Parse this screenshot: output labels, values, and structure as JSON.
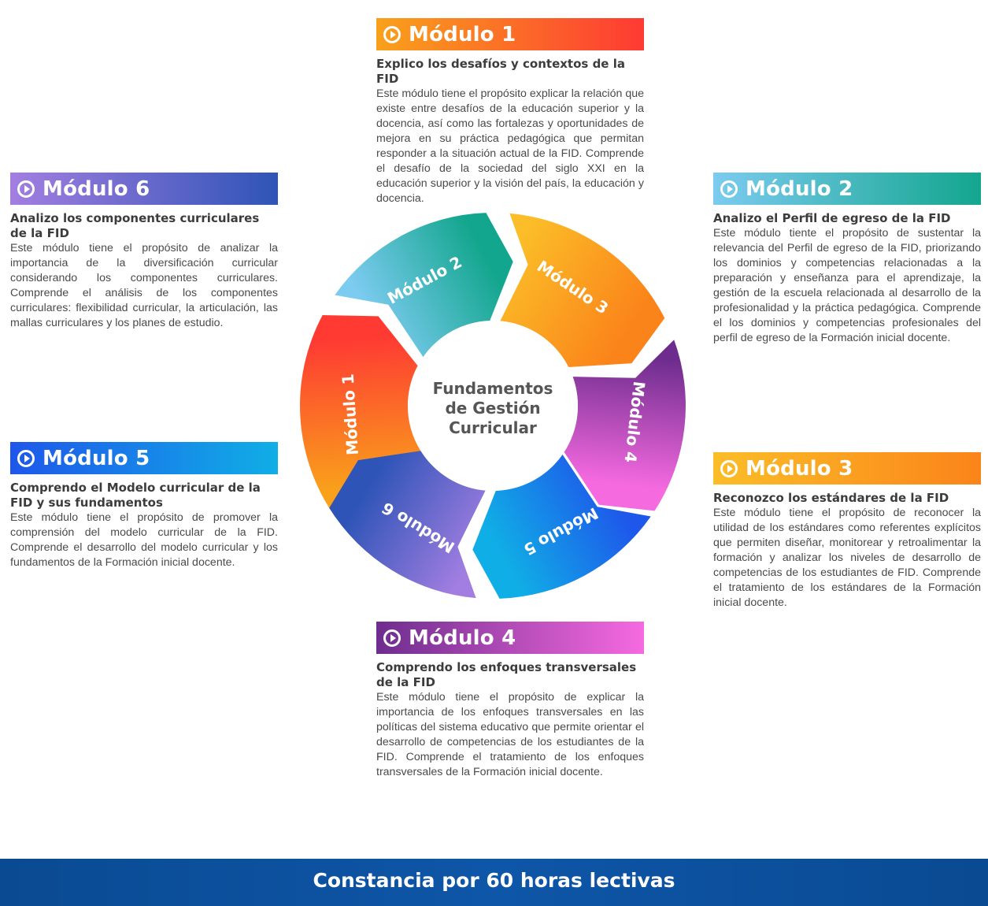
{
  "center": {
    "line1": "Fundamentos",
    "line2": "de Gestión",
    "line3": "Curricular"
  },
  "modules": [
    {
      "title": "Módulo 1",
      "subtitle": "Explico los desafíos y contextos de la FID",
      "description": "Este módulo tiene el propósito explicar la relación que existe entre desafíos de la educación superior y la docencia, así como las fortalezas y oportunidades de mejora en su práctica pedagógica que permitan responder a la situación actual de la FID. Comprende el desafío de la sociedad del siglo XXI en la educación superior y la visión del país, la educación y docencia.",
      "colors": [
        "#f9a11b",
        "#fe3a33"
      ]
    },
    {
      "title": "Módulo 2",
      "subtitle": "Analizo el Perfil de egreso de la FID",
      "description": "Este módulo tiente el propósito de sustentar la relevancia del Perfil de egreso de la FID, priorizando los dominios y competencias relacionadas a la preparación y enseñanza para el aprendizaje, la gestión de la escuela relacionada al desarrollo de la profesionalidad y la práctica pedagógica. Comprende el los dominios y competencias profesionales del perfil de egreso de la Formación inicial docente.",
      "colors": [
        "#7ccbf0",
        "#13a68e"
      ]
    },
    {
      "title": "Módulo 3",
      "subtitle": "Reconozco los estándares de la FID",
      "description": "Este módulo tiene el propósito de reconocer la utilidad de los estándares como referentes explícitos que permiten diseñar, monitorear y retroalimentar la formación y analizar los niveles de desarrollo de competencias de los estudiantes de FID. Comprende el tratamiento de los estándares de la Formación inicial docente.",
      "colors": [
        "#fbbd28",
        "#fb841a"
      ]
    },
    {
      "title": "Módulo 4",
      "subtitle": "Comprendo los enfoques transversales de la FID",
      "description": "Este módulo tiene el propósito de explicar la importancia de los enfoques transversales en las políticas del sistema educativo que permite orientar el desarrollo de competencias de los estudiantes de la FID.  Comprende el tratamiento de los enfoques transversales de la Formación inicial docente.",
      "colors": [
        "#6e2d8e",
        "#f66ae0"
      ]
    },
    {
      "title": "Módulo 5",
      "subtitle": "Comprendo el Modelo curricular de la FID y sus fundamentos",
      "description": "Este módulo tiene el propósito de promover la comprensión del modelo curricular de la FID. Comprende el desarrollo del modelo curricular y los fundamentos de la Formación inicial docente.",
      "colors": [
        "#1e57ea",
        "#10aee6"
      ]
    },
    {
      "title": "Módulo 6",
      "subtitle": "Analizo los componentes curriculares de la FID",
      "description": "Este módulo tiene el propósito de analizar la importancia de la diversificación curricular considerando los componentes curriculares. Comprende el análisis de los componentes curriculares: flexibilidad curricular, la articulación, las mallas curriculares  y  los planes de estudio.",
      "colors": [
        "#a37ee1",
        "#2e54b7"
      ]
    }
  ],
  "footer": {
    "text": "Constancia por 60 horas lectivas"
  },
  "icons": {
    "module_icon": "play-circle-icon"
  }
}
